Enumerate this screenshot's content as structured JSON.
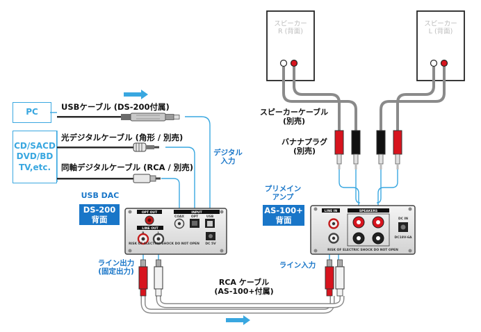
{
  "sources": {
    "pc": "PC",
    "discs": [
      "CD/SACD",
      "DVD/BD",
      "TV,etc."
    ]
  },
  "cables": {
    "usb": "USBケーブル (DS-200付属)",
    "optical": "光デジタルケーブル (角形 / 別売)",
    "coaxial": "同軸デジタルケーブル (RCA / 別売)"
  },
  "digital_input": [
    "デジタル",
    "入力"
  ],
  "dac": {
    "caption": "USB DAC",
    "tag": [
      "DS-200",
      "背面"
    ],
    "panel": {
      "opt_out": "OPT OUT",
      "line_out": "LINE OUT",
      "r": "R",
      "l": "L",
      "coax": "COAX",
      "opt": "OPT",
      "usb": "USB",
      "input": "INPUT",
      "warning": "RISK OF ELECTRIC SHOCK DO NOT OPEN",
      "dc": "DC 5V"
    }
  },
  "line_out_label": [
    "ライン出力",
    "(固定出力)"
  ],
  "rca_cable": [
    "RCA ケーブル",
    "(AS-100+付属)"
  ],
  "speakers": {
    "right": [
      "スピーカー",
      "R (背面)"
    ],
    "left": [
      "スピーカー",
      "L (背面)"
    ]
  },
  "speaker_cable": [
    "スピーカーケーブル",
    "(別売)"
  ],
  "banana": [
    "バナナプラグ",
    "(別売)"
  ],
  "amp": {
    "caption": [
      "プリメイン",
      "アンプ"
    ],
    "tag": [
      "AS-100+",
      "背面"
    ],
    "panel": {
      "line_in": "LINE IN",
      "speakers": "SPEAKERS",
      "warning": "RISK OF ELECTRIC SHOCK DO NOT OPEN",
      "dc": "DC IN",
      "dc_rating": "DC18V-6A"
    }
  },
  "line_in_label": "ライン入力",
  "colors": {
    "accent_blue": "#1976c8",
    "light_blue": "#39a7e0",
    "red": "#d7141e",
    "black": "#111111"
  }
}
